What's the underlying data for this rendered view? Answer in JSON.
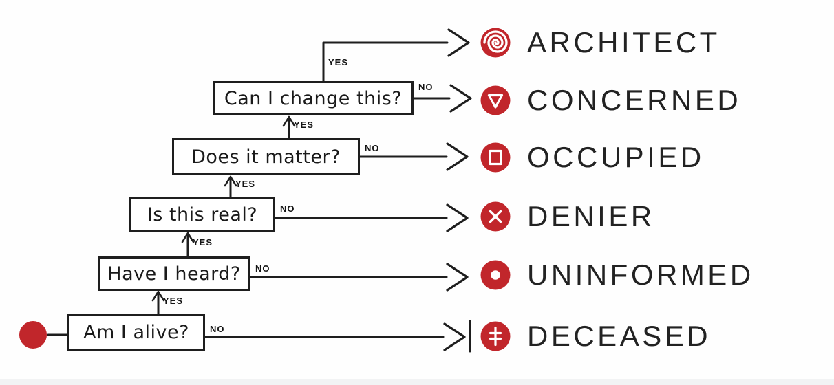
{
  "diagram": {
    "type": "flowchart",
    "questions": [
      {
        "label": "Am I alive?"
      },
      {
        "label": "Have I heard?"
      },
      {
        "label": "Is this real?"
      },
      {
        "label": "Does it matter?"
      },
      {
        "label": "Can I change this?"
      }
    ],
    "branch_labels": {
      "yes": "YES",
      "no": "NO"
    },
    "outcomes": [
      {
        "label": "ARCHITECT",
        "icon": "spiral-icon"
      },
      {
        "label": "CONCERNED",
        "icon": "triangle-down-icon"
      },
      {
        "label": "OCCUPIED",
        "icon": "square-icon"
      },
      {
        "label": "DENIER",
        "icon": "x-icon"
      },
      {
        "label": "UNINFORMED",
        "icon": "dot-icon"
      },
      {
        "label": "DECEASED",
        "icon": "double-cross-icon"
      }
    ],
    "colors": {
      "accent_red": "#C1262B",
      "ink": "#1E1E1E"
    }
  }
}
